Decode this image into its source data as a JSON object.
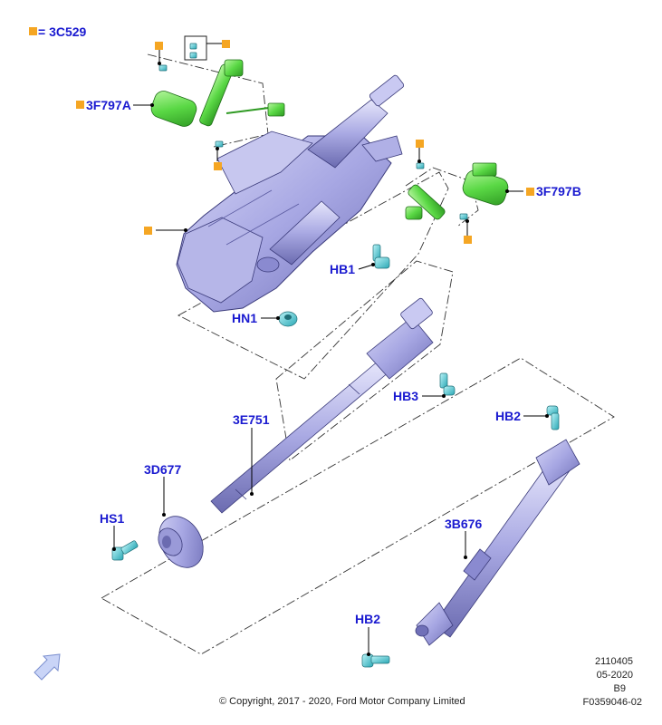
{
  "legend": {
    "marker_color": "#f5a623",
    "text": "= 3C529"
  },
  "callouts": {
    "c3f797a": "3F797A",
    "c3f797b": "3F797B",
    "hb1": "HB1",
    "hn1": "HN1",
    "hb3": "HB3",
    "c3e751": "3E751",
    "c3d677": "3D677",
    "hs1": "HS1",
    "hb2_top": "HB2",
    "c3b676": "3B676",
    "hb2_bottom": "HB2"
  },
  "footer": {
    "line1": "2110405",
    "line2": "05-2020",
    "line3": "B9",
    "figure_id": "F0359046-02",
    "copyright": "© Copyright, 2017 - 2020, Ford Motor Company Limited"
  },
  "colors": {
    "callout_text": "#1a1ad0",
    "marker": "#f5a623",
    "column_body": "#a9a9e6",
    "motor_green": "#6ee05a",
    "fastener_cyan": "#5fd6e0"
  },
  "icons": {
    "direction_arrow": "front-direction-arrow-icon"
  }
}
